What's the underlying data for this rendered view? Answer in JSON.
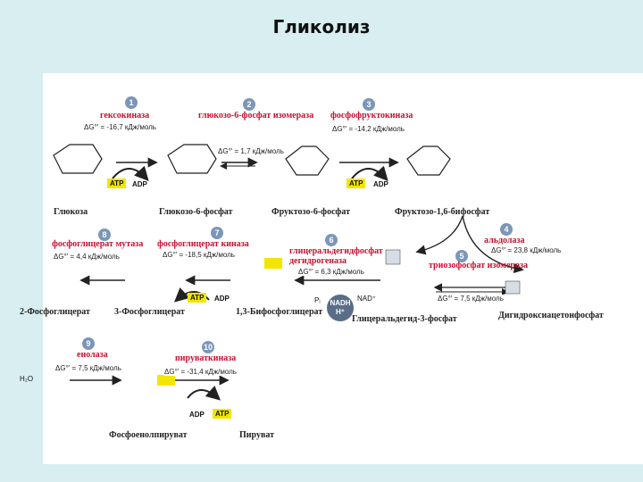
{
  "title": "Гликолиз",
  "steps": [
    {
      "num": "1",
      "enzyme": "гексокиназа",
      "dg": "ΔG°' = -16,7 кДж/моль"
    },
    {
      "num": "2",
      "enzyme": "глюкозо-6-фосфат изомераза",
      "dg": "ΔG°' = 1,7 кДж/моль"
    },
    {
      "num": "3",
      "enzyme": "фосфофруктокиназа",
      "dg": "ΔG°' = -14,2 кДж/моль"
    },
    {
      "num": "4",
      "enzyme": "альдолаза",
      "dg": "ΔG°' = 23,8 кДж/моль"
    },
    {
      "num": "5",
      "enzyme": "триозофосфат изомераза",
      "dg": "ΔG°' = 7,5 кДж/моль"
    },
    {
      "num": "6",
      "enzyme": "глицеральдегидфосфат дегидрогеназа",
      "dg": "ΔG°' = 6,3 кДж/моль"
    },
    {
      "num": "7",
      "enzyme": "фосфоглицерат киназа",
      "dg": "ΔG°' = -18,5 кДж/моль"
    },
    {
      "num": "8",
      "enzyme": "фосфоглицерат мутаза",
      "dg": "ΔG°' = 4,4 кДж/моль"
    },
    {
      "num": "9",
      "enzyme": "енолаза",
      "dg": "ΔG°' = 7,5 кДж/моль"
    },
    {
      "num": "10",
      "enzyme": "пируваткиназа",
      "dg": "ΔG°' = -31,4 кДж/моль"
    }
  ],
  "compounds": {
    "glucose": "Глюкоза",
    "g6p": "Глюкозо-6-фосфат",
    "f6p": "Фруктозо-6-фосфат",
    "f16bp": "Фруктозо-1,6-бифосфат",
    "dhap": "Дигидроксиацетонфосфат",
    "g3p": "Глицеральдегид-3-фосфат",
    "bpg": "1,3-Бифосфоглицерат",
    "pg3": "3-Фосфоглицерат",
    "pg2": "2-Фосфоглицерат",
    "pep": "Фосфоенолпируват",
    "pyruvate": "Пируват"
  },
  "cofactors": {
    "atp": "ATP",
    "adp": "ADP",
    "nadh": "NADH",
    "hplus": "H⁺",
    "nadplus": "NAD⁺",
    "pi": "Pᵢ",
    "water": "H₂O"
  },
  "colors": {
    "enzyme": "#c8102e",
    "atp": "#f4e500",
    "step_circle": "#7b96b8",
    "background": "#d8eef0"
  }
}
